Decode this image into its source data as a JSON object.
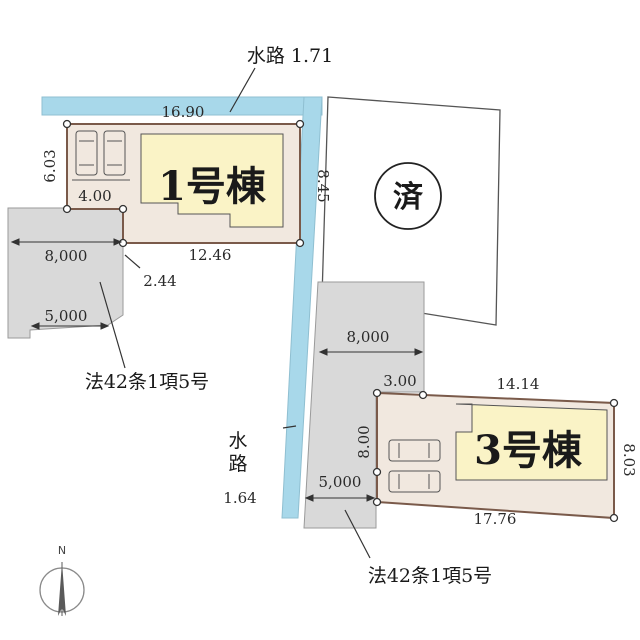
{
  "water_top": {
    "label": "水路 1.71"
  },
  "water_side": {
    "line1": "水",
    "line2": "路",
    "width": "1.64"
  },
  "lot1": {
    "name": "1号棟",
    "dim_top": "16.90",
    "dim_left": "6.03",
    "dim_right": "8.45",
    "dim_inner": "4.00",
    "dim_bottom": "12.46",
    "dim_notch": "2.44"
  },
  "lot3": {
    "name": "3号棟",
    "dim_top_left": "3.00",
    "dim_top": "14.14",
    "dim_left": "8.00",
    "dim_right": "8.03",
    "dim_bottom": "17.76"
  },
  "road_left": {
    "width_top": "8,000",
    "width_bottom": "5,000",
    "law": "法42条1項5号"
  },
  "road_right": {
    "width_top": "8,000",
    "width_bottom": "5,000",
    "law": "法42条1項5号"
  },
  "sold": {
    "mark": "済"
  },
  "compass": {
    "north": "N"
  },
  "colors": {
    "water": "#a8d8ea",
    "lot": "#f1e8df",
    "house": "#faf3c6",
    "road": "#d9d9d9",
    "lot_border": "#7a5a4a"
  }
}
